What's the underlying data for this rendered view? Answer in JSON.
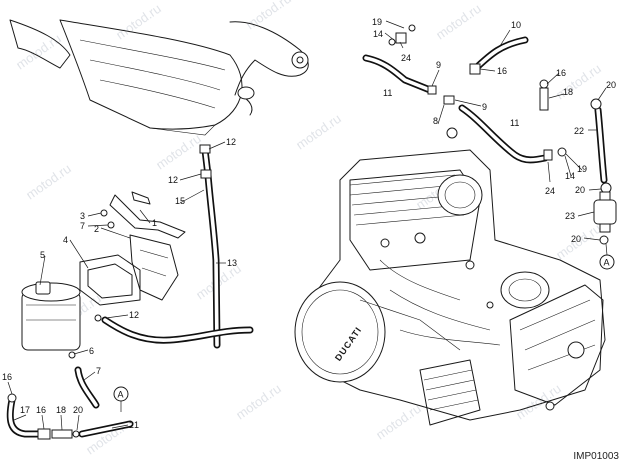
{
  "watermark": {
    "text": "motod.ru",
    "color": "#c8cdd6"
  },
  "reference_code": "IMP01003",
  "brand_text": "DUCATI",
  "connector_marker": "A",
  "callouts": {
    "c19": "19",
    "c14": "14",
    "c24": "24",
    "c11": "11",
    "c9": "9",
    "c8": "8",
    "c10": "10",
    "c16": "16",
    "c18": "18",
    "c20": "20",
    "c22": "22",
    "c23": "23",
    "c12": "12",
    "c15": "15",
    "c13": "13",
    "c1": "1",
    "c2": "2",
    "c3": "3",
    "c4": "4",
    "c5": "5",
    "c6": "6",
    "c7": "7",
    "c17": "17",
    "c21": "21"
  }
}
